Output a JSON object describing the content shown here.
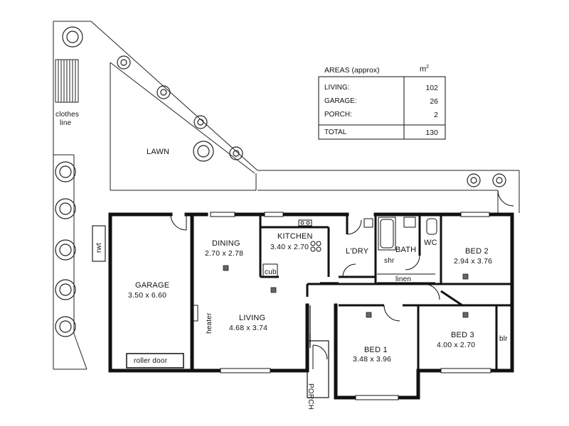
{
  "areas": {
    "heading": "AREAS (approx)",
    "unit": "m",
    "unit_sup": "2",
    "rows": [
      {
        "label": "LIVING:",
        "value": "102"
      },
      {
        "label": "GARAGE:",
        "value": "26"
      },
      {
        "label": "PORCH:",
        "value": "2"
      }
    ],
    "total": {
      "label": "TOTAL",
      "value": "130"
    }
  },
  "labels": {
    "clothes_line_1": "clothes",
    "clothes_line_2": "line",
    "lawn": "LAWN",
    "rwt": "rwt",
    "garage": "GARAGE",
    "garage_dim": "3.50 x 6.60",
    "roller_door": "roller door",
    "heater": "heater",
    "dining": "DINING",
    "dining_dim": "2.70 x 2.78",
    "kitchen": "KITCHEN",
    "kitchen_dim": "3.40 x 2.70",
    "cub": "cub",
    "ldry": "L'DRY",
    "bath": "BATH",
    "shr": "shr",
    "linen": "linen",
    "wc": "WC",
    "bed2": "BED 2",
    "bed2_dim": "2.94 x 3.76",
    "living": "LIVING",
    "living_dim": "4.68 x 3.74",
    "bed1": "BED 1",
    "bed1_dim": "3.48 x 3.96",
    "bed3": "BED 3",
    "bed3_dim": "4.00 x 2.70",
    "blr": "blr",
    "porch": "PORCH"
  }
}
